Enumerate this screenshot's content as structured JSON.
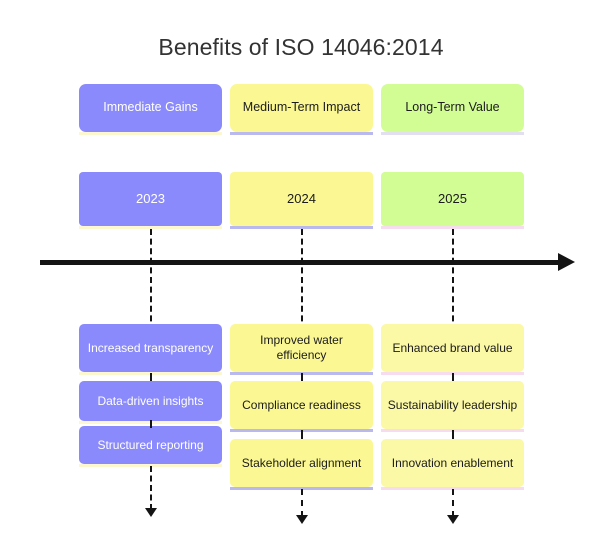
{
  "page": {
    "title": "Benefits of ISO 14046:2014",
    "background": "#ffffff",
    "accent_purple": "#8a8afc",
    "accent_yellow": "#fbf894",
    "accent_green": "#d2fd95",
    "axis_color": "#141414"
  },
  "timeline": {
    "axis_label": "timeline-arrow",
    "direction": "left-to-right"
  },
  "columns": [
    {
      "id": "immediate",
      "phase": "Immediate Gains",
      "year": "2023",
      "color": "#8a8afc",
      "text_color": "#ffffff",
      "benefits": [
        "Increased transparency",
        "Data-driven insights",
        "Structured reporting"
      ]
    },
    {
      "id": "medium-term",
      "phase": "Medium-Term Impact",
      "year": "2024",
      "color": "#fbf894",
      "text_color": "#1c1c1c",
      "benefits": [
        "Improved water efficiency",
        "Compliance readiness",
        "Stakeholder alignment"
      ]
    },
    {
      "id": "long-term",
      "phase": "Long-Term Value",
      "year": "2025",
      "color": "#d2fd95",
      "text_color": "#1c1c1c",
      "benefits": [
        "Enhanced brand value",
        "Sustainability leadership",
        "Innovation enablement"
      ]
    }
  ]
}
